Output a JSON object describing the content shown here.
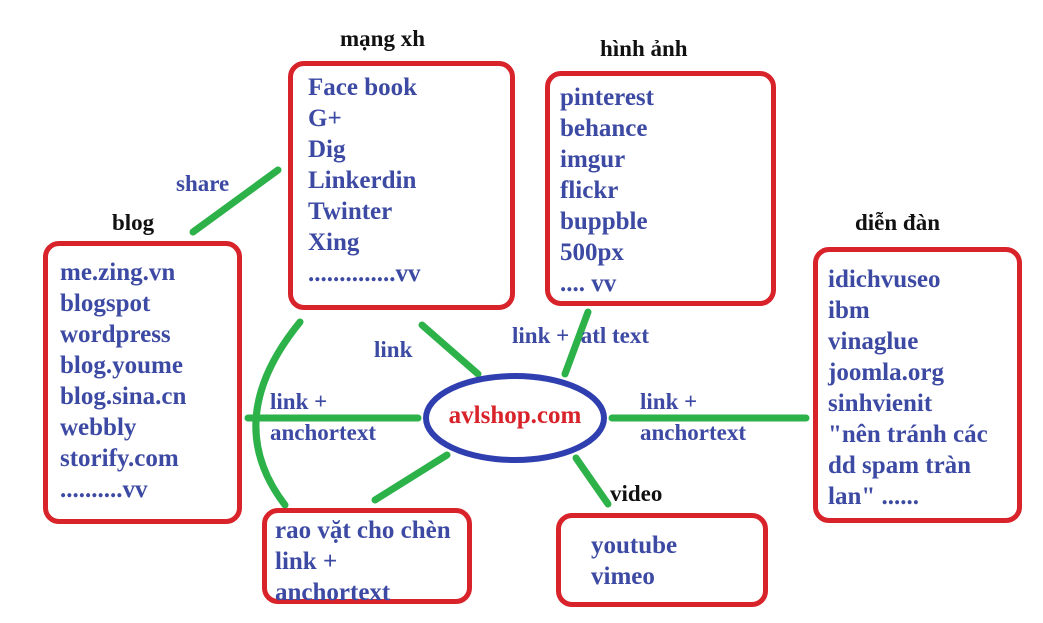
{
  "hub": {
    "label": "avlshop.com"
  },
  "groups": {
    "social": {
      "title": "mạng xh",
      "items": [
        "Face book",
        "G+",
        "Dig",
        "Linkerdin",
        "Twinter",
        "Xing",
        "..............vv"
      ]
    },
    "images": {
      "title": "hình ảnh",
      "items": [
        "pinterest",
        "behance",
        "imgur",
        "flickr",
        "buppble",
        "500px",
        ".... vv"
      ]
    },
    "blog": {
      "title": "blog",
      "items": [
        "me.zing.vn",
        "blogspot",
        "wordpress",
        "blog.youme",
        "blog.sina.cn",
        "webbly",
        "storify.com",
        "..........vv"
      ]
    },
    "forum": {
      "title": "diễn đàn",
      "items": [
        "idichvuseo",
        "ibm",
        "vinaglue",
        "joomla.org",
        "sinhvienit",
        "\"nên tránh các",
        "dd spam tràn",
        "lan\" ......"
      ]
    },
    "classifieds": {
      "lines": [
        "rao vặt cho chèn",
        "link +",
        "anchortext"
      ]
    },
    "video": {
      "title": "video",
      "items": [
        "youtube",
        "vimeo"
      ]
    }
  },
  "edge_labels": {
    "share": "share",
    "link": "link",
    "link_alt": "link +  atl text",
    "link_anchor_left": [
      "link +",
      "anchortext"
    ],
    "link_anchor_right": [
      "link +",
      "anchortext"
    ]
  },
  "colors": {
    "box_border": "#d9232b",
    "item_text": "#3d4aa3",
    "connector": "#2db24a",
    "hub_ellipse": "#2f3fb0",
    "hub_text": "#d9232b"
  }
}
